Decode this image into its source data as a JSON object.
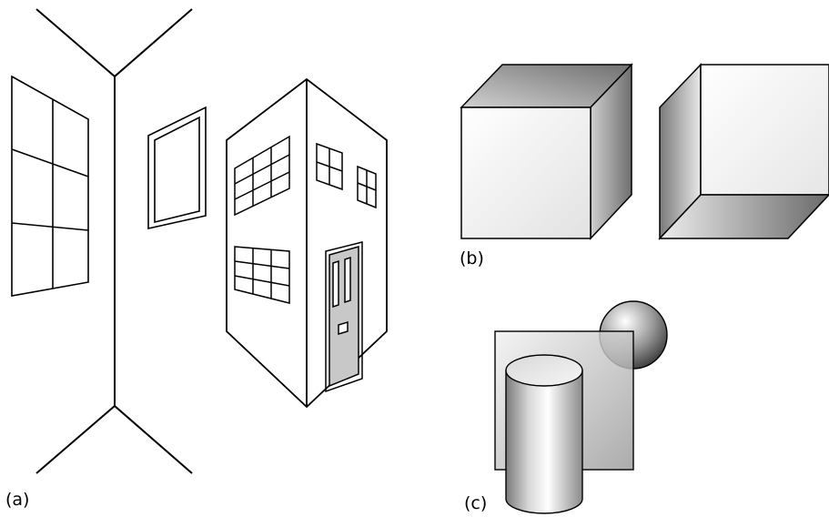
{
  "figure": {
    "panels": [
      {
        "id": "a",
        "label": "(a)",
        "content": "room-corner-with-window-picture-frame-and-house"
      },
      {
        "id": "b",
        "label": "(b)",
        "content": "two-shaded-cubes"
      },
      {
        "id": "c",
        "label": "(c)",
        "content": "sphere-square-plane-and-cylinder"
      }
    ]
  },
  "colors": {
    "line": "#000000",
    "background": "#ffffff",
    "door_fill": "#c8c8c8",
    "shade_light": "#f4f4f4",
    "shade_mid": "#b8b8b8",
    "shade_dark": "#6a6a6a"
  }
}
